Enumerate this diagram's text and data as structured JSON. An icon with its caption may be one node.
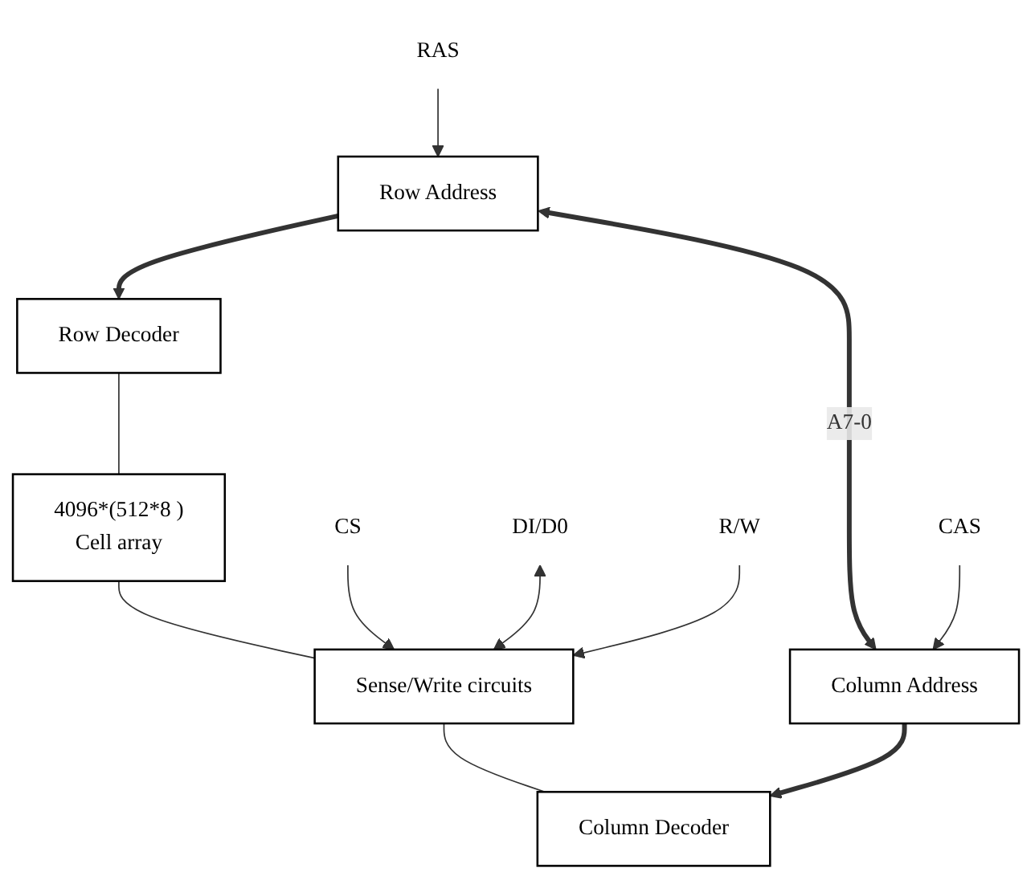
{
  "diagram": {
    "nodes": [
      {
        "text": [
          "Row Address"
        ]
      },
      {
        "text": [
          "Row Decoder"
        ]
      },
      {
        "text": [
          "4096*(512*8 )",
          "Cell array"
        ]
      },
      {
        "text": [
          "Sense/Write circuits"
        ]
      },
      {
        "text": [
          "Column Address"
        ]
      },
      {
        "text": [
          "Column Decoder"
        ]
      },
      {
        "text": [
          "RAS"
        ]
      },
      {
        "text": [
          "CAS"
        ]
      },
      {
        "text": [
          "CS"
        ]
      },
      {
        "text": [
          "DI/D0"
        ]
      },
      {
        "text": [
          "R/W"
        ]
      }
    ],
    "edges": [
      {
        "from": 6,
        "to": 0,
        "arrow": "to"
      },
      {
        "from": 0,
        "to": 1,
        "arrow": "to",
        "style": "thick"
      },
      {
        "from": 1,
        "to": 2,
        "arrow": "none"
      },
      {
        "from": 0,
        "to": 4,
        "arrow": "both",
        "label": "A7-0",
        "style": "thick"
      },
      {
        "from": 2,
        "to": 3,
        "arrow": "none"
      },
      {
        "from": 3,
        "to": 5,
        "arrow": "none"
      },
      {
        "from": 4,
        "to": 5,
        "arrow": "to",
        "style": "thick"
      },
      {
        "from": 7,
        "to": 4,
        "arrow": "to"
      },
      {
        "from": 8,
        "to": 3,
        "arrow": "to"
      },
      {
        "from": 9,
        "to": 3,
        "arrow": "both"
      },
      {
        "from": 10,
        "to": 3,
        "arrow": "to"
      }
    ]
  }
}
